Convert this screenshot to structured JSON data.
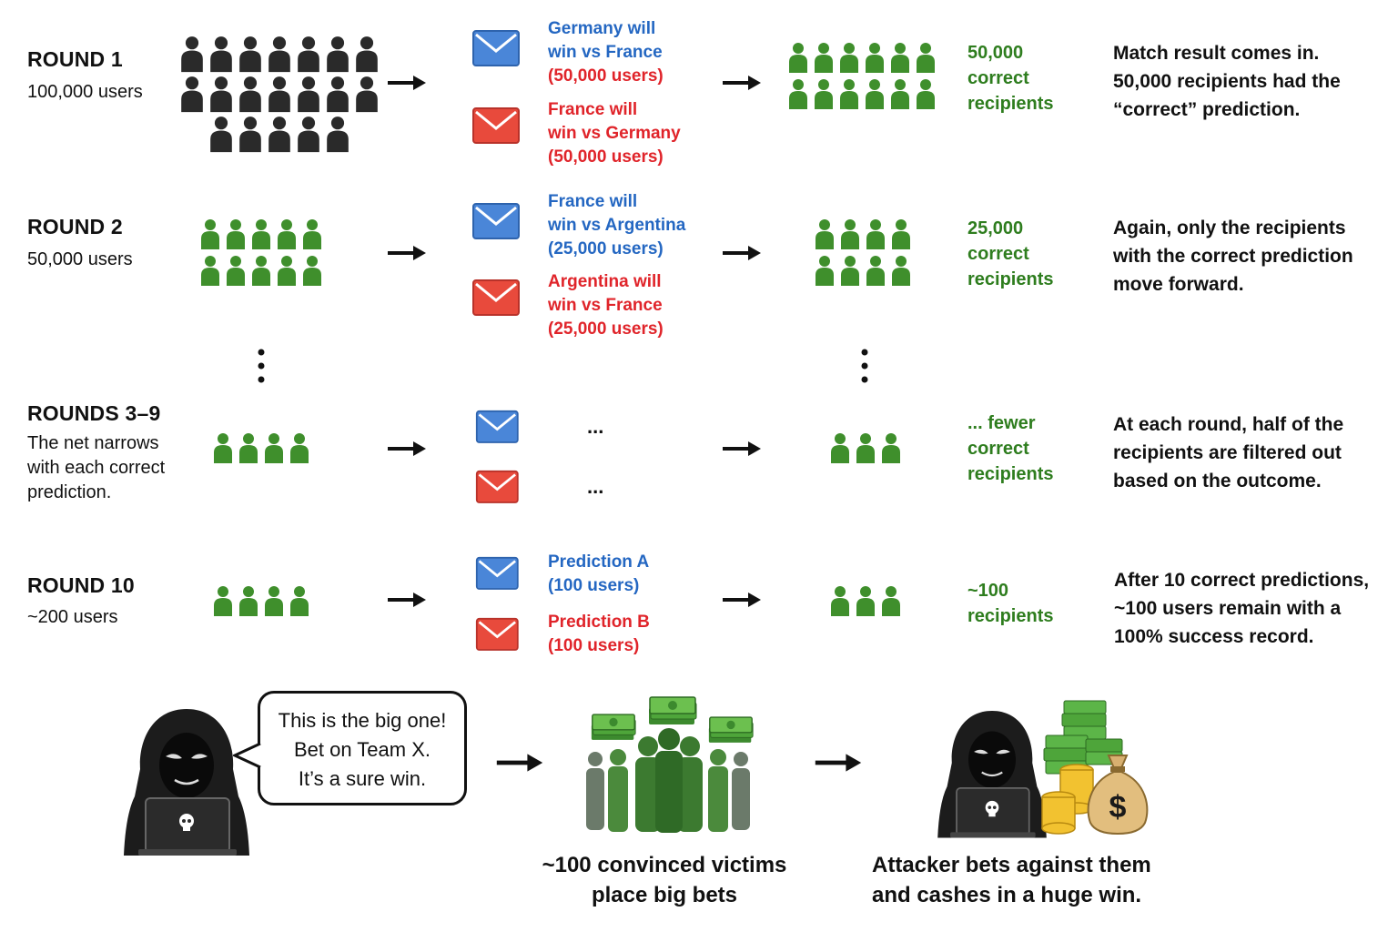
{
  "rounds": [
    {
      "title": "ROUND 1",
      "subtitle": "100,000 users",
      "messages": [
        {
          "color": "blue",
          "lines": [
            "Germany will",
            "win vs France",
            "(50,000 users)"
          ]
        },
        {
          "color": "red",
          "lines": [
            "France will",
            "win vs Germany",
            "(50,000 users)"
          ]
        }
      ],
      "result": [
        "50,000",
        "correct",
        "recipients"
      ],
      "description": [
        "Match result comes in.",
        "50,000 recipients had the",
        "“correct” prediction."
      ]
    },
    {
      "title": "ROUND 2",
      "subtitle": "50,000 users",
      "messages": [
        {
          "color": "blue",
          "lines": [
            "France will",
            "win vs Argentina",
            "(25,000 users)"
          ]
        },
        {
          "color": "red",
          "lines": [
            "Argentina will",
            "win vs France",
            "(25,000 users)"
          ]
        }
      ],
      "result": [
        "25,000",
        "correct",
        "recipients"
      ],
      "description": [
        "Again, only the recipients",
        "with the correct prediction",
        "move forward."
      ]
    },
    {
      "title": "ROUNDS 3–9",
      "subtitle": [
        "The net narrows",
        "with each correct",
        "prediction."
      ],
      "messages": [
        {
          "color": "blue",
          "lines": [
            "..."
          ]
        },
        {
          "color": "red",
          "lines": [
            "..."
          ]
        }
      ],
      "result": [
        "... fewer",
        "correct",
        "recipients"
      ],
      "description": [
        "At each round, half of the",
        "recipients are filtered out",
        "based on the outcome."
      ]
    },
    {
      "title": "ROUND 10",
      "subtitle": "~200 users",
      "messages": [
        {
          "color": "blue",
          "lines": [
            "Prediction A",
            "(100 users)"
          ]
        },
        {
          "color": "red",
          "lines": [
            "Prediction B",
            "(100 users)"
          ]
        }
      ],
      "result": [
        "~100",
        "recipients"
      ],
      "description": [
        "After 10 correct predictions,",
        "~100 users remain with a",
        "100% success record."
      ]
    }
  ],
  "bubble": [
    "This is the big one!",
    "Bet on Team X.",
    "It’s a sure win."
  ],
  "victims_caption": [
    "~100 convinced victims",
    "place big bets"
  ],
  "attacker_caption": [
    "Attacker bets against them",
    "and cashes in a huge win."
  ],
  "icons": {
    "people_black": "person-icon",
    "people_green": "person-icon",
    "envelope_blue": "envelope-icon",
    "envelope_red": "envelope-icon",
    "arrow": "arrow-right-icon",
    "hacker": "hooded-hacker-icon",
    "skull": "skull-icon",
    "money": "cash-stack-icon",
    "money_bag": "money-bag-icon",
    "coins": "coin-stack-icon"
  },
  "colors": {
    "blue_text": "#2467c2",
    "red_text": "#e0242a",
    "green_text": "#2e7d1e",
    "person_green": "#3f8f2c",
    "person_black": "#2a2a2a",
    "envelope_blue": "#4a86d8",
    "envelope_red": "#e84a3c"
  }
}
